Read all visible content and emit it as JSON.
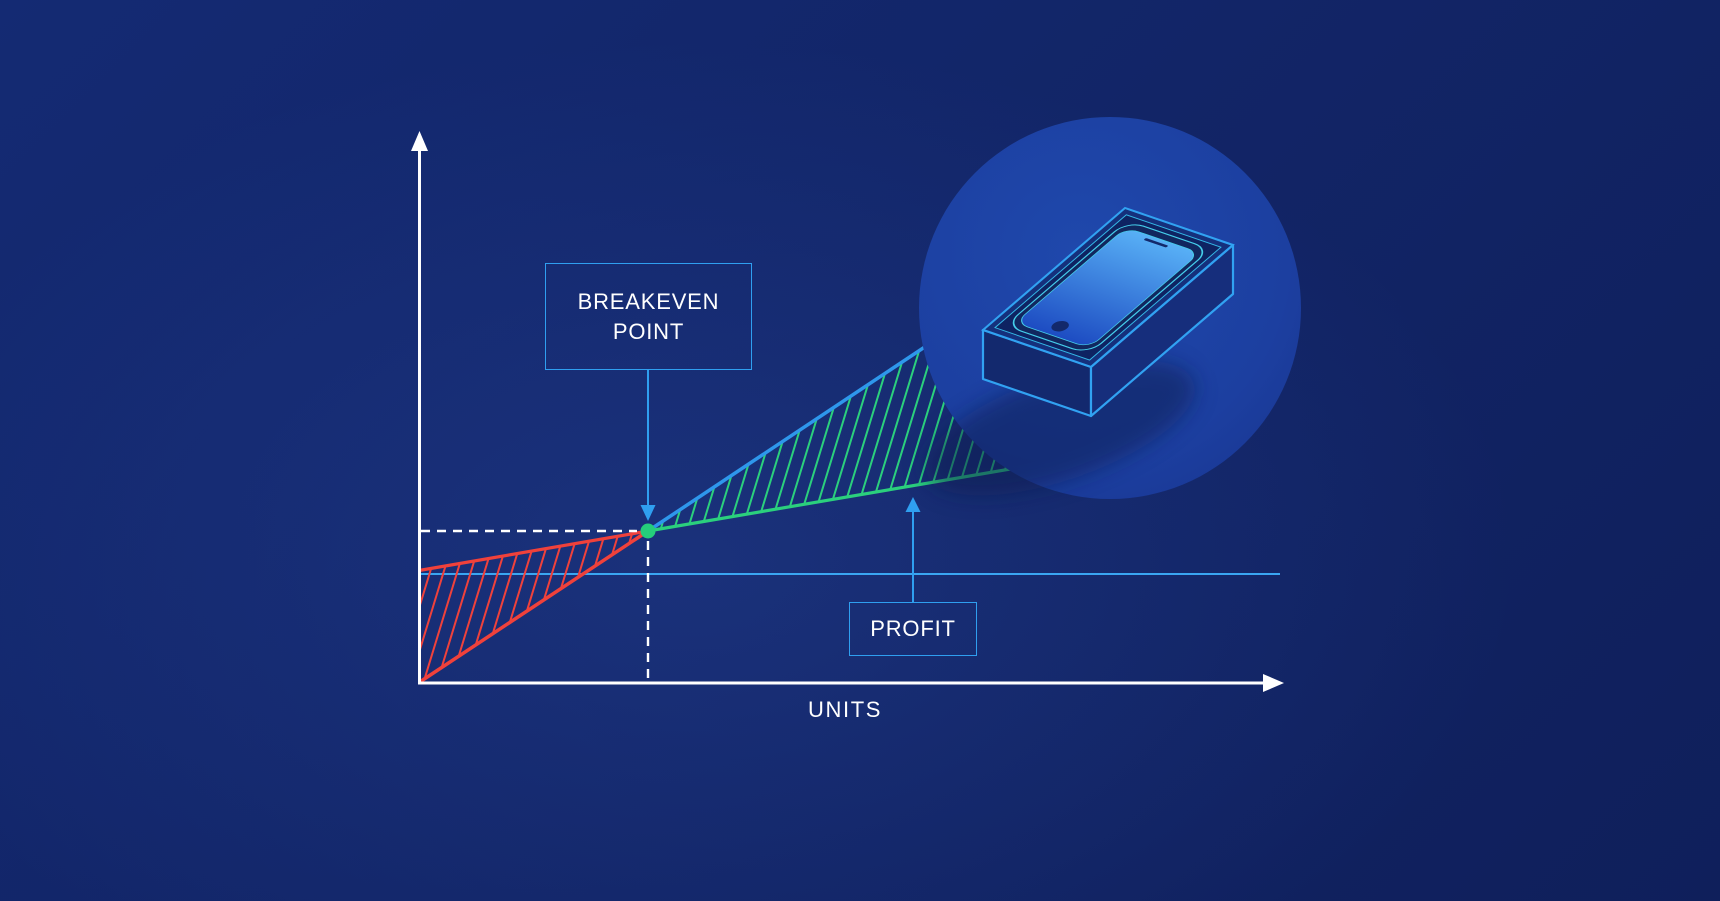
{
  "figure": {
    "breakeven_label": {
      "line1": "BREAKEVEN",
      "line2": "POINT"
    },
    "profit_label": "PROFIT",
    "x_axis_label": "UNITS"
  },
  "diagram": {
    "type": "breakeven-infographic",
    "marker": "breakeven-point-dot",
    "regions": [
      {
        "name": "loss-region",
        "style": "red-hatched-wedge",
        "position": "left-of-breakeven-point"
      },
      {
        "name": "profit-region",
        "style": "green-hatched-wedge",
        "position": "right-of-breakeven-point"
      }
    ],
    "lines": [
      {
        "name": "revenue-line",
        "color_after_breakeven": "#2E97EC",
        "color_before_breakeven": "#F0413B"
      },
      {
        "name": "total-cost-line",
        "color_after_breakeven": "#2BD07D",
        "color_before_breakeven": "#F0413B"
      },
      {
        "name": "fixed-cost-line",
        "color": "#3AA6F2"
      },
      {
        "name": "guide-dashed-lines",
        "color": "#FFFFFF"
      }
    ],
    "illustration": "smartphone-in-open-box-badge"
  },
  "colors": {
    "background": "#12256A",
    "accent_blue": "#2F9FF0",
    "revenue_blue": "#2E97EC",
    "profit_green": "#2BD07D",
    "loss_red": "#F0413B",
    "axis_white": "#FFFFFF",
    "badge_circle": "#1C3FA0",
    "phone_screen_gradient": [
      "#58B0F6",
      "#1D4CC2"
    ]
  }
}
